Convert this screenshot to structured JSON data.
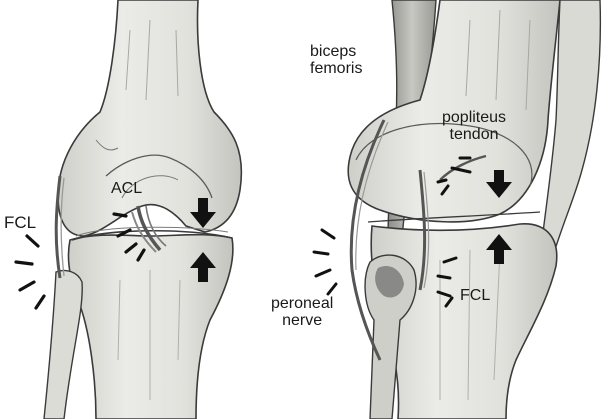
{
  "labels": {
    "fcl_left": "FCL",
    "acl": "ACL",
    "biceps_line1": "biceps",
    "biceps_line2": "femoris",
    "popliteus_line1": "popliteus",
    "popliteus_line2": "tendon",
    "peroneal_line1": "peroneal",
    "peroneal_line2": "nerve",
    "fcl_right": "FCL"
  },
  "colors": {
    "background": "#ffffff",
    "bone_fill": "#e6e6e2",
    "bone_shade": "#c9c9c4",
    "outline": "#3a3a3a",
    "marker": "#111111"
  }
}
